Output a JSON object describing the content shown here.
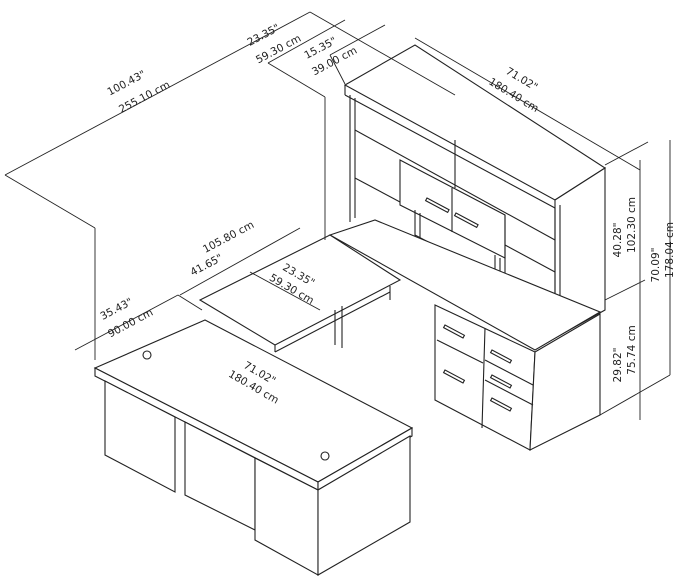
{
  "dimensions": {
    "overall_depth": {
      "in": "100.43\"",
      "cm": "255.10 cm"
    },
    "hutch_depth_total": {
      "in": "23.35\"",
      "cm": "59.30 cm"
    },
    "hutch_depth": {
      "in": "15.35\"",
      "cm": "39.00 cm"
    },
    "hutch_width": {
      "in": "71.02\"",
      "cm": "180.40 cm"
    },
    "hutch_height": {
      "in": "40.28\"",
      "cm": "102.30 cm"
    },
    "total_height": {
      "in": "70.09\"",
      "cm": "178.04 cm"
    },
    "desk_height": {
      "in": "29.82\"",
      "cm": "75.74 cm"
    },
    "bridge_length": {
      "in": "41.65\"",
      "cm": "105.80 cm"
    },
    "bridge_width": {
      "in": "23.35\"",
      "cm": "59.30 cm"
    },
    "desk_depth": {
      "in": "35.43\"",
      "cm": "90.00 cm"
    },
    "desk_width": {
      "in": "71.02\"",
      "cm": "180.40 cm"
    }
  }
}
